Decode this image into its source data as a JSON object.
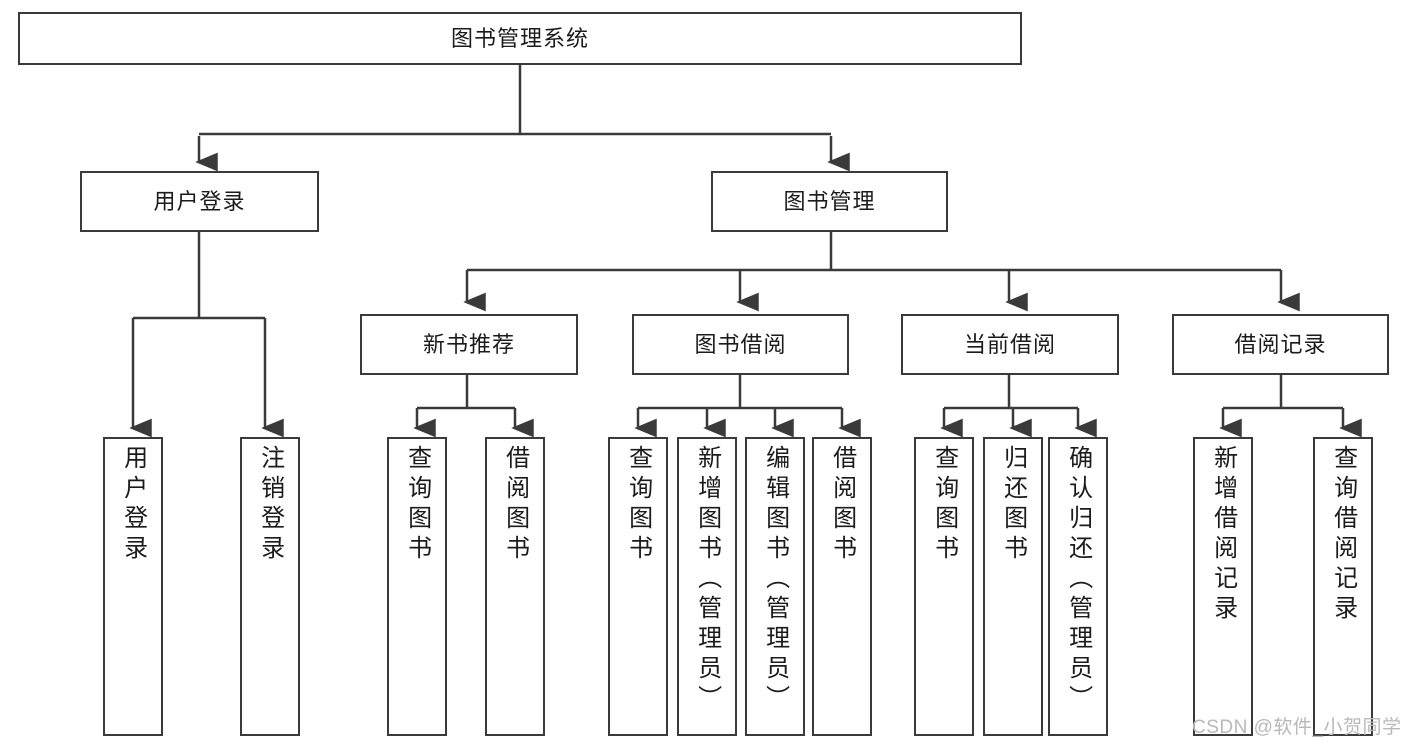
{
  "diagram": {
    "type": "tree-hierarchy",
    "title": "图书管理系统",
    "root": {
      "label": "图书管理系统"
    },
    "level2": [
      {
        "label": "用户登录"
      },
      {
        "label": "图书管理"
      }
    ],
    "level3": [
      {
        "label": "新书推荐"
      },
      {
        "label": "图书借阅"
      },
      {
        "label": "当前借阅"
      },
      {
        "label": "借阅记录"
      }
    ],
    "leaves": {
      "user_login": [
        {
          "label": "用户登录"
        },
        {
          "label": "注销登录"
        }
      ],
      "new_book_recommend": [
        {
          "label": "查询图书"
        },
        {
          "label": "借阅图书"
        }
      ],
      "book_borrow": [
        {
          "label": "查询图书"
        },
        {
          "label": "新增图书（管理员）"
        },
        {
          "label": "编辑图书（管理员）"
        },
        {
          "label": "借阅图书"
        }
      ],
      "current_borrow": [
        {
          "label": "查询图书"
        },
        {
          "label": "归还图书"
        },
        {
          "label": "确认归还（管理员）"
        }
      ],
      "borrow_records": [
        {
          "label": "新增借阅记录"
        },
        {
          "label": "查询借阅记录"
        }
      ]
    }
  },
  "colors": {
    "stroke": "#3a3a3a",
    "text": "#1b1b1b",
    "background": "#ffffff",
    "watermark": "#b9b9b9"
  },
  "watermark": {
    "text": "CSDN @软件_小贺同学"
  }
}
